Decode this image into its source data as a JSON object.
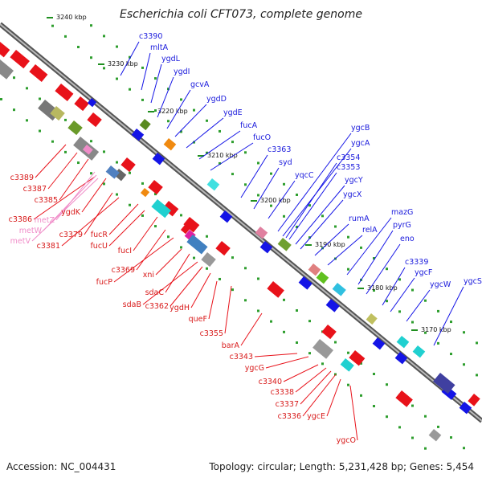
{
  "title": "Escherichia coli CFT073, complete genome",
  "accession": "Accession: NC_004431",
  "topology": "Topology: circular; Length: 5,231,428 bp; Genes: 5,454",
  "colors": {
    "forward": "#e8121a",
    "reverse": "#1414e6",
    "rna": "#f08cc8",
    "backbone": "#808080"
  },
  "ticks": [
    "3240 kbp",
    "3230 kbp",
    "3220 kbp",
    "3210 kbp",
    "3200 kbp",
    "3190 kbp",
    "3180 kbp",
    "3170 kbp"
  ],
  "blue_labels": [
    "c3390",
    "mltA",
    "ygdL",
    "ygdI",
    "gcvA",
    "ygdD",
    "ygdE",
    "fucA",
    "fucO",
    "c3363",
    "syd",
    "yqcC",
    "ygcB",
    "ygcA",
    "c3354",
    "c3353",
    "ygcY",
    "ygcX",
    "rumA",
    "relA",
    "mazG",
    "pyrG",
    "eno",
    "c3339",
    "ygcF",
    "ygcW",
    "ygcS"
  ],
  "red_labels": [
    "c3389",
    "c3387",
    "c3385",
    "c3386",
    "ygdK",
    "c3379",
    "c3381",
    "fucR",
    "fucU",
    "fucI",
    "c3369",
    "fucP",
    "xni",
    "sdaC",
    "sdaB",
    "c3362",
    "ygdH",
    "queF",
    "c3355",
    "barA",
    "c3343",
    "ygcG",
    "c3340",
    "c3338",
    "c3337",
    "c3336",
    "ygcE",
    "ygcO"
  ],
  "pink_labels": [
    "metZ",
    "metW",
    "metV"
  ]
}
